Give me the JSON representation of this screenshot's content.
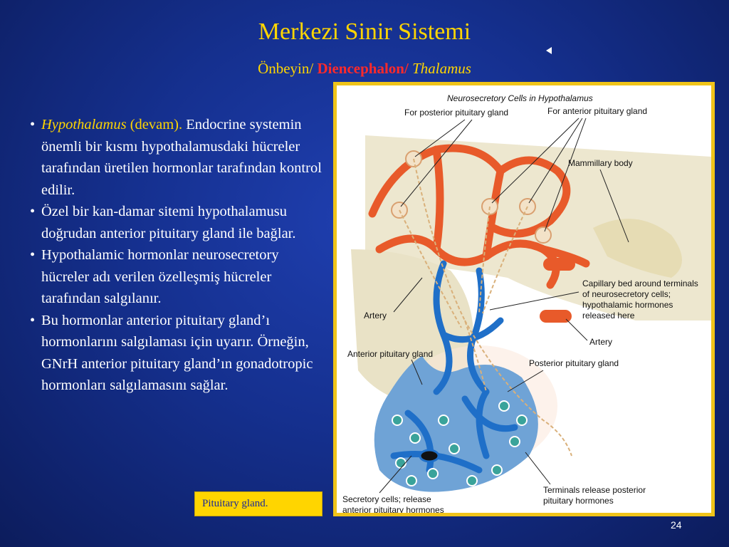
{
  "slide": {
    "title": "Merkezi Sinir Sistemi",
    "subtitle": {
      "part1": "Önbeyin/ ",
      "part2": "Diencephalon/ ",
      "part3": "Thalamus"
    },
    "bullets": [
      {
        "emph_italic": "Hypothalamus",
        "emph": " (devam).",
        "text": " Endocrine systemin önemli bir kısmı hypothalamusdaki hücreler tarafından üretilen hormonlar tarafından kontrol edilir."
      },
      {
        "text": "Özel bir kan-damar sitemi hypothalamusu doğrudan anterior pituitary gland ile bağlar."
      },
      {
        "text": "Hypothalamic hormonlar neurosecretory hücreler adı verilen özelleşmiş hücreler tarafından salgılanır."
      },
      {
        "text": "Bu hormonlar anterior pituitary gland’ı hormonlarını salgılaması için uyarır. Örneğin, GNrH anterior pituitary gland’ın gonadotropic hormonları salgılamasını sağlar."
      }
    ],
    "caption": "Pituitary gland.",
    "page_number": "24",
    "colors": {
      "background": "#15308f",
      "title": "#ffd500",
      "accent_red": "#ff2a2a",
      "figure_border": "#f0c419"
    },
    "icons": {
      "nav": "back-arrow-icon"
    }
  },
  "figure": {
    "title": "Neurosecretory Cells in Hypothalamus",
    "labels": {
      "posterior_gland_cells": "For posterior pituitary gland",
      "anterior_gland_cells": "For anterior pituitary gland",
      "mammillary_body": "Mammillary body",
      "capillary_line1": "Capillary bed around terminals",
      "capillary_line2": "of neurosecretory cells;",
      "capillary_line3": "hypothalamic hormones",
      "capillary_line4": "released here",
      "artery_left": "Artery",
      "artery_right": "Artery",
      "anterior_pituitary": "Anterior pituitary gland",
      "posterior_pituitary": "Posterior pituitary gland",
      "secretory_line1": "Secretory cells; release",
      "secretory_line2": "anterior pituitary hormones",
      "terminals_line1": "Terminals release posterior",
      "terminals_line2": "pituitary hormones"
    }
  }
}
